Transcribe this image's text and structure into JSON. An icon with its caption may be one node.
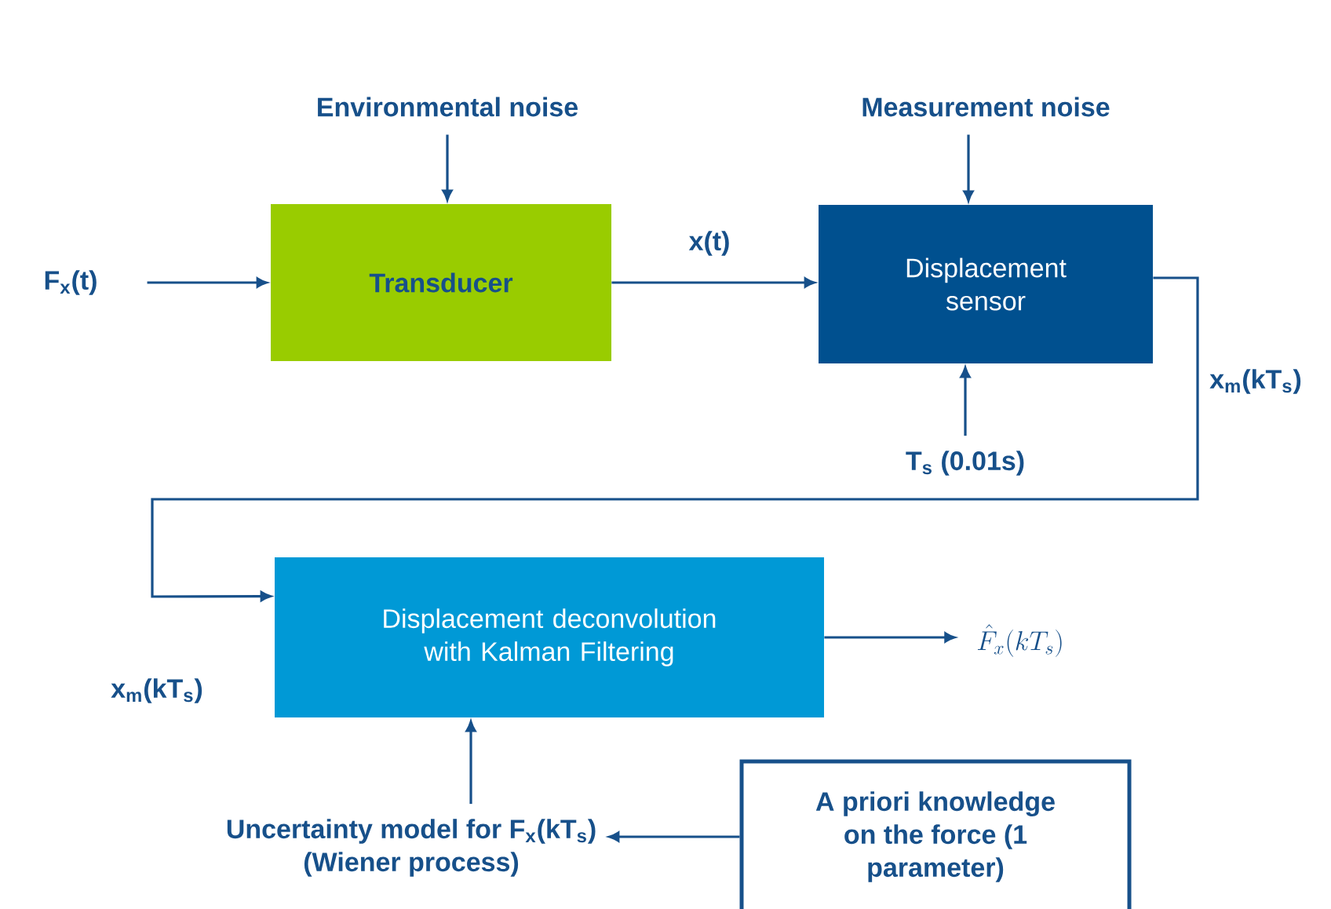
{
  "diagram": {
    "nodes": [
      {
        "text": [
          "F$_{x}$(t)"
        ]
      },
      {
        "text": [
          "Environmental noise"
        ]
      },
      {
        "text": [
          "Transducer"
        ]
      },
      {
        "text": [
          "Measurement noise"
        ]
      },
      {
        "text": [
          "Displacement sensor"
        ]
      },
      {
        "text": [
          "T$_{s}$ (0.01s)"
        ]
      },
      {
        "text": [
          "Displacement deconvolution with Kalman Filtering"
        ]
      },
      {
        "text": [
          "\\hat{F}_x(kT_s)"
        ]
      },
      {
        "text": [
          "Uncertainty model for F$_{x}$(kT$_{s}$) (Wiener process)"
        ]
      },
      {
        "text": [
          "A priori knowledge on the force (1 parameter)"
        ]
      }
    ],
    "edges": [
      {
        "from": 0,
        "to": 2,
        "arrow": "to"
      },
      {
        "from": 1,
        "to": 2,
        "arrow": "to"
      },
      {
        "from": 2,
        "to": 4,
        "arrow": "to",
        "label": "x(t)"
      },
      {
        "from": 3,
        "to": 4,
        "arrow": "to"
      },
      {
        "from": 5,
        "to": 4,
        "arrow": "to"
      },
      {
        "from": 4,
        "to": 6,
        "arrow": "to",
        "label": "x$_{m}$(kT$_{s}$)"
      },
      {
        "from": 6,
        "to": 7,
        "arrow": "to"
      },
      {
        "from": 8,
        "to": 6,
        "arrow": "to"
      },
      {
        "from": 9,
        "to": 8,
        "arrow": "to"
      }
    ],
    "labels": [
      "x$_{m}$(kT$_{s}$)"
    ]
  }
}
